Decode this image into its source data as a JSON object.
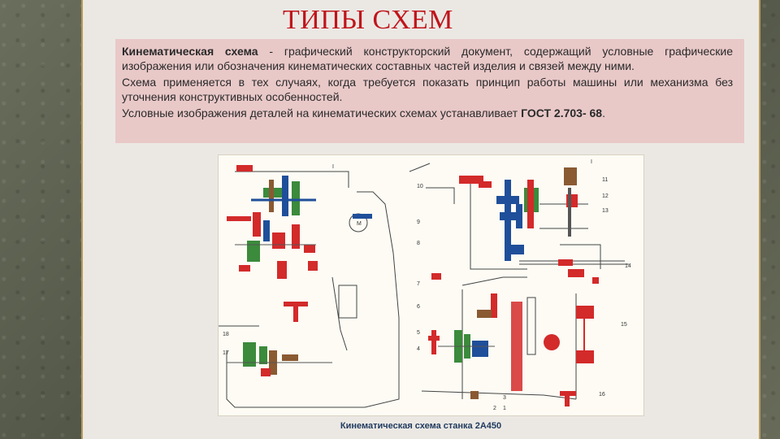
{
  "slide": {
    "title": "ТИПЫ СХЕМ",
    "definition_term": "Кинематическая схема",
    "definition_text": " - графический конструкторский документ, содержащий условные графические изображения или обозначения кинематических составных частей изделия и связей между ними.",
    "usage_text": "Схема применяется в тех случаях, когда требуется показать принцип работы машины или механизма без уточнения конструктивных особенностей.",
    "standard_text": "Условные изображения деталей на кинематических схемах устанавливает ",
    "standard_code": "ГОСТ 2.703- 68",
    "standard_end": ".",
    "caption": "Кинематическая схема станка 2А450"
  },
  "colors": {
    "title": "#c0141a",
    "textbox_bg": "#e9c8c8",
    "shaft_red": "#d32a2a",
    "shaft_blue": "#1f4f9a",
    "gear_green": "#3c8a3c",
    "gear_brown": "#8a5a32"
  },
  "diagram_labels": [
    "I",
    "II",
    "1",
    "2",
    "3",
    "4",
    "5",
    "6",
    "7",
    "8",
    "9",
    "10",
    "11",
    "12",
    "13",
    "14",
    "15",
    "16",
    "17",
    "18",
    "M"
  ]
}
